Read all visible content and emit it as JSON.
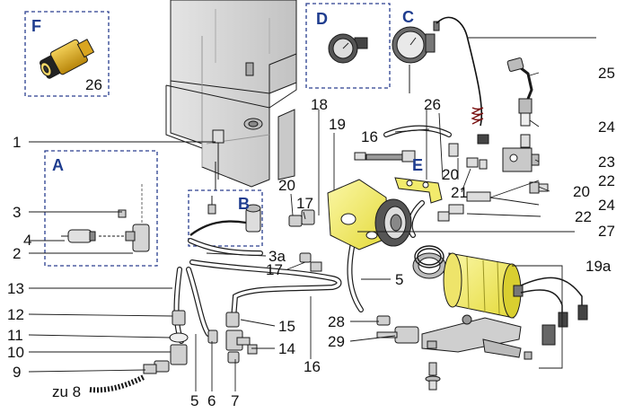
{
  "colors": {
    "line": "#1a1a1a",
    "housing": "#d6d6d6",
    "housing_dark": "#b9b9b9",
    "highlight": "#f3ee6a",
    "brass": "#d9a520",
    "inset_border": "#2a3f8f",
    "callout_text": "#1f3d8f"
  },
  "insets": {
    "A": "A",
    "B": "B",
    "C": "C",
    "D": "D",
    "E": "E",
    "F": "F"
  },
  "inset_f_part": "26",
  "labels": {
    "l1": "1",
    "l2": "2",
    "l3": "3",
    "l3a": "3a",
    "l4": "4",
    "l5a": "5",
    "l5b": "5",
    "l6": "6",
    "l7": "7",
    "l8": "zu 8",
    "l9": "9",
    "l10": "10",
    "l11": "11",
    "l12": "12",
    "l13": "13",
    "l14": "14",
    "l15": "15",
    "l16a": "16",
    "l16b": "16",
    "l17a": "17",
    "l17b": "17",
    "l18": "18",
    "l19": "19",
    "l19a": "19a",
    "l20a": "20",
    "l20b": "20",
    "l20c": "20",
    "l21": "21",
    "l22a": "22",
    "l22b": "22",
    "l23": "23",
    "l24a": "24",
    "l24b": "24",
    "l25": "25",
    "l26": "26",
    "l27": "27",
    "l28": "28",
    "l29": "29"
  },
  "components": {
    "water_tank": "water-tank",
    "pump": "vibration-pump",
    "motor": "pump-motor",
    "pressure_gauge": "pressure-gauge",
    "pressure_gauge_small": "pressure-gauge-small",
    "valve_26": "pressure-valve"
  }
}
